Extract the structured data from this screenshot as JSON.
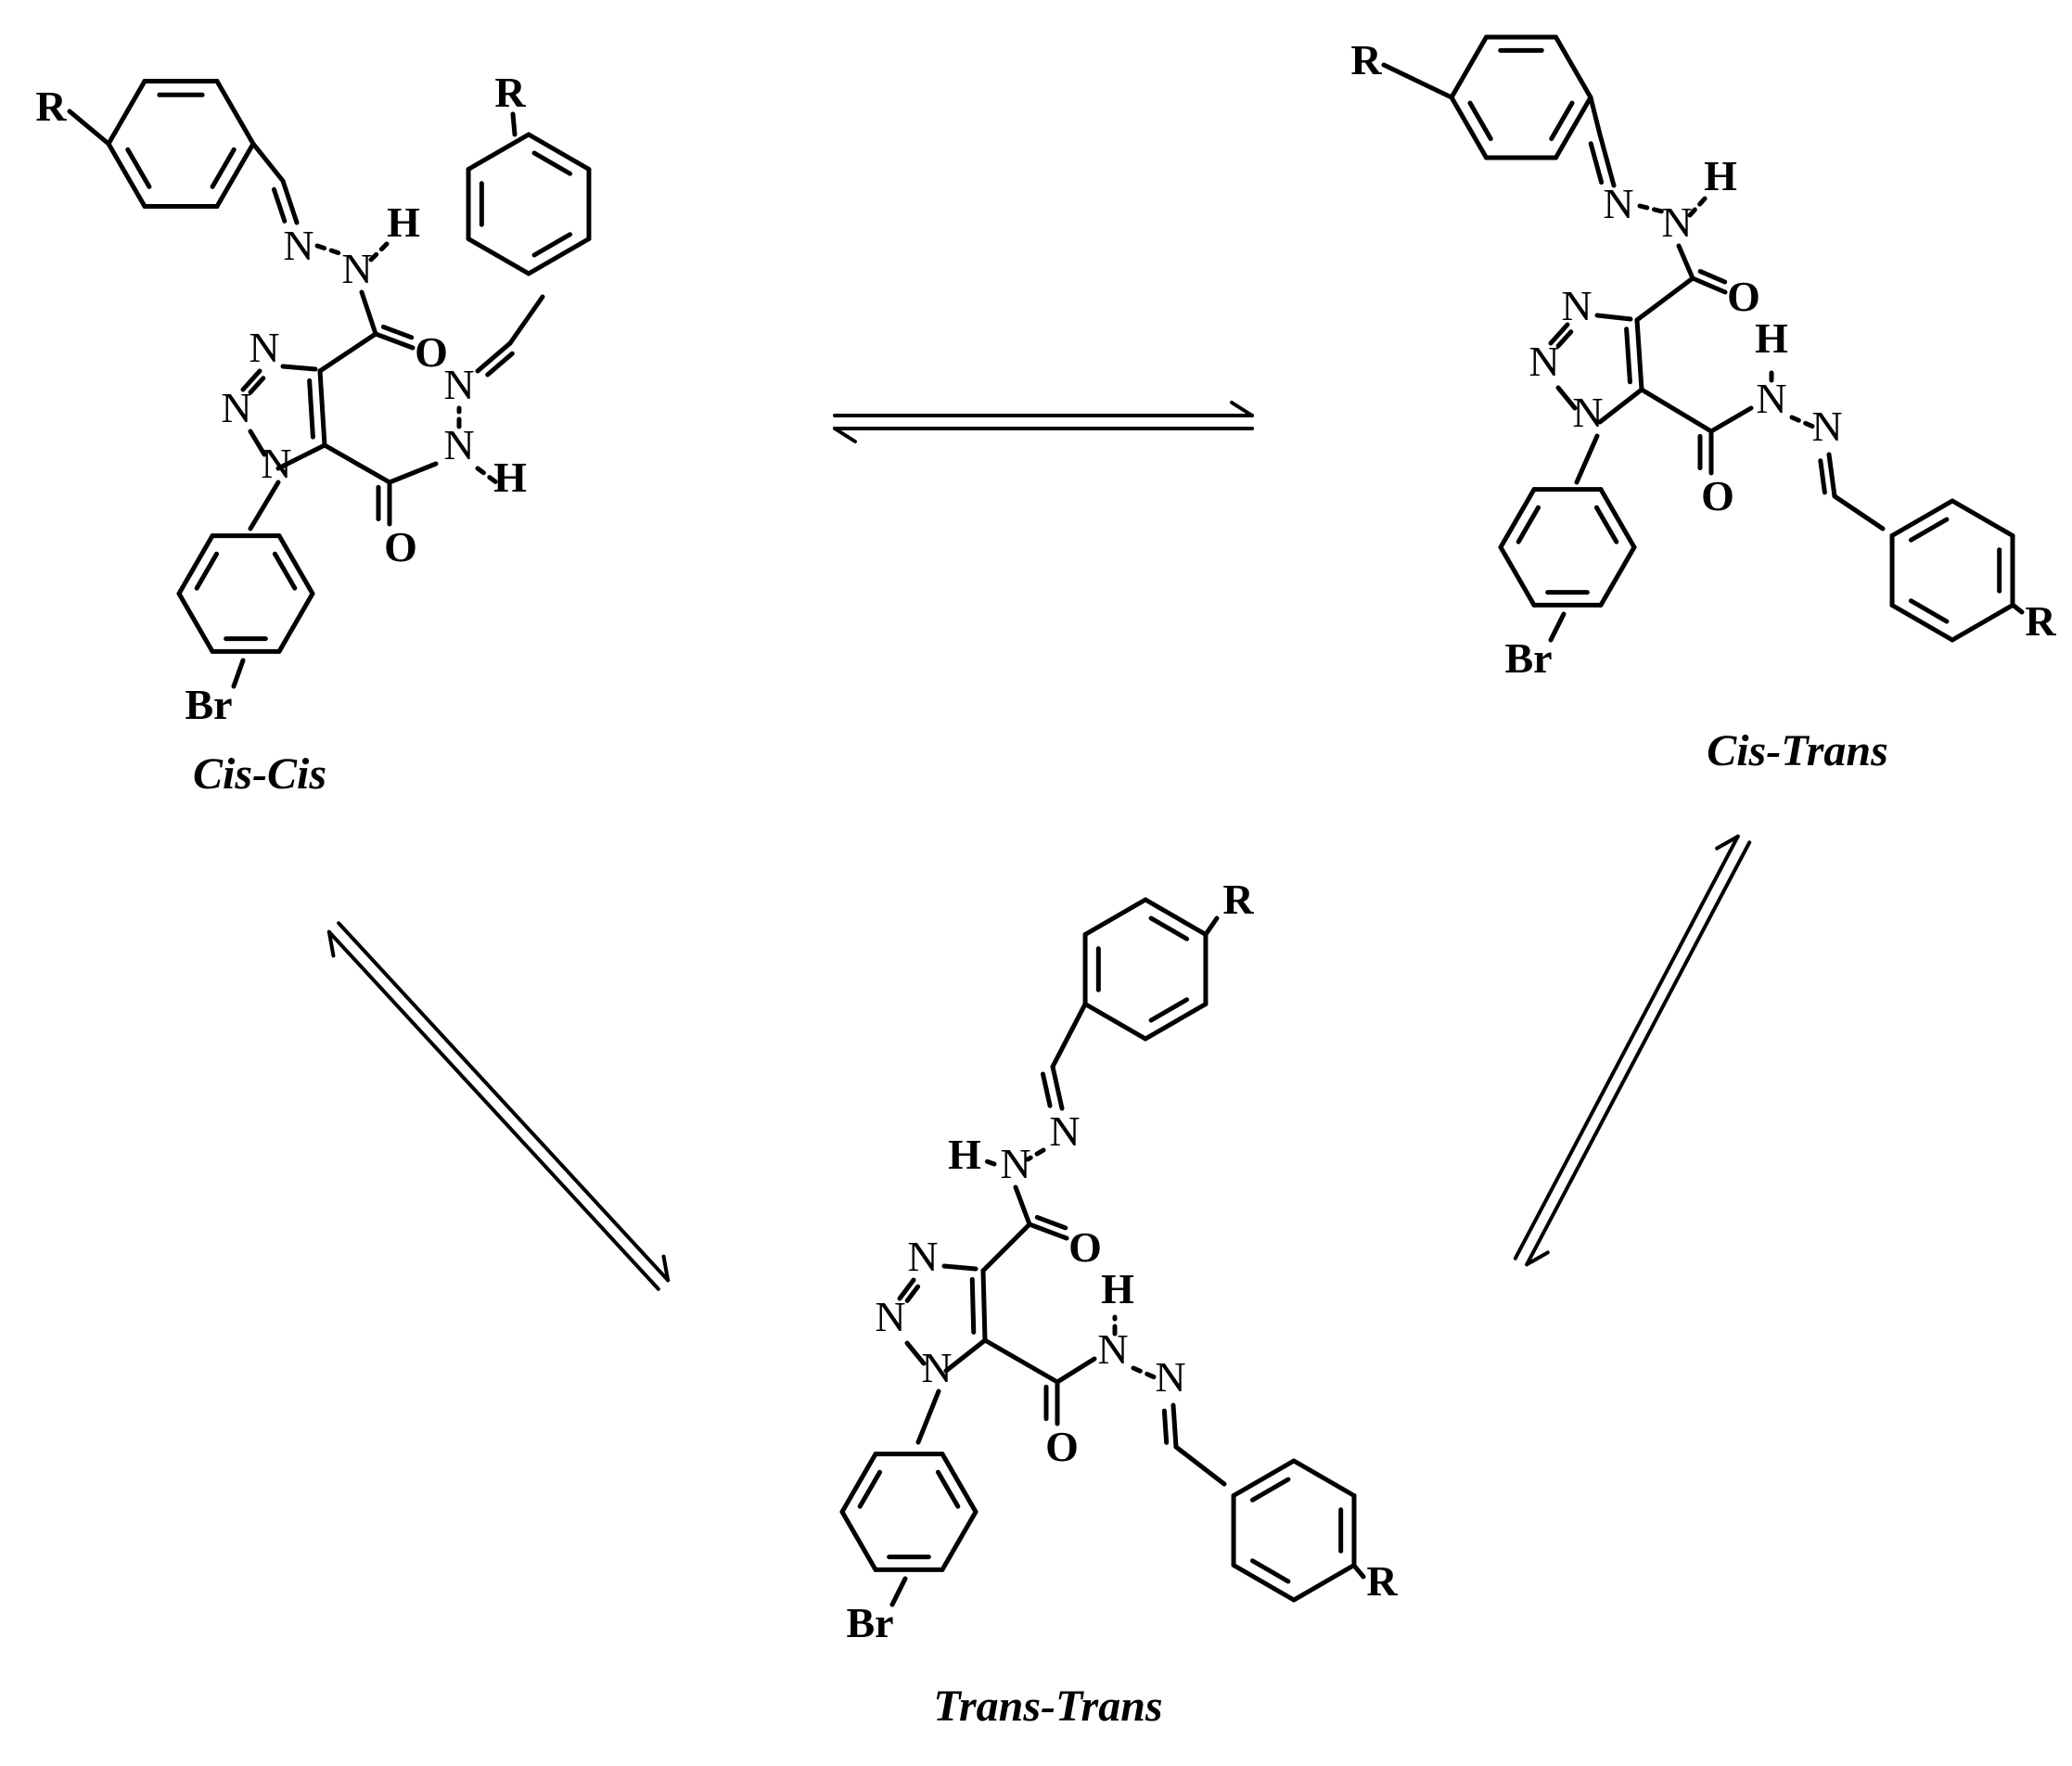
{
  "colors": {
    "ink": "#000000",
    "background": "#ffffff"
  },
  "atoms": {
    "r": "R",
    "n": "N",
    "h": "H",
    "o": "O",
    "br": "Br"
  },
  "structures": [
    {
      "id": "cis-cis",
      "label": "Cis-Cis"
    },
    {
      "id": "cis-trans",
      "label": "Cis-Trans"
    },
    {
      "id": "trans-trans",
      "label": "Trans-Trans"
    }
  ],
  "equilibria": [
    {
      "from": "Cis-Cis",
      "to": "Cis-Trans",
      "symbol": "equilibrium-arrows"
    },
    {
      "from": "Cis-Trans",
      "to": "Trans-Trans",
      "symbol": "equilibrium-arrows"
    },
    {
      "from": "Trans-Trans",
      "to": "Cis-Cis",
      "symbol": "equilibrium-arrows"
    }
  ]
}
